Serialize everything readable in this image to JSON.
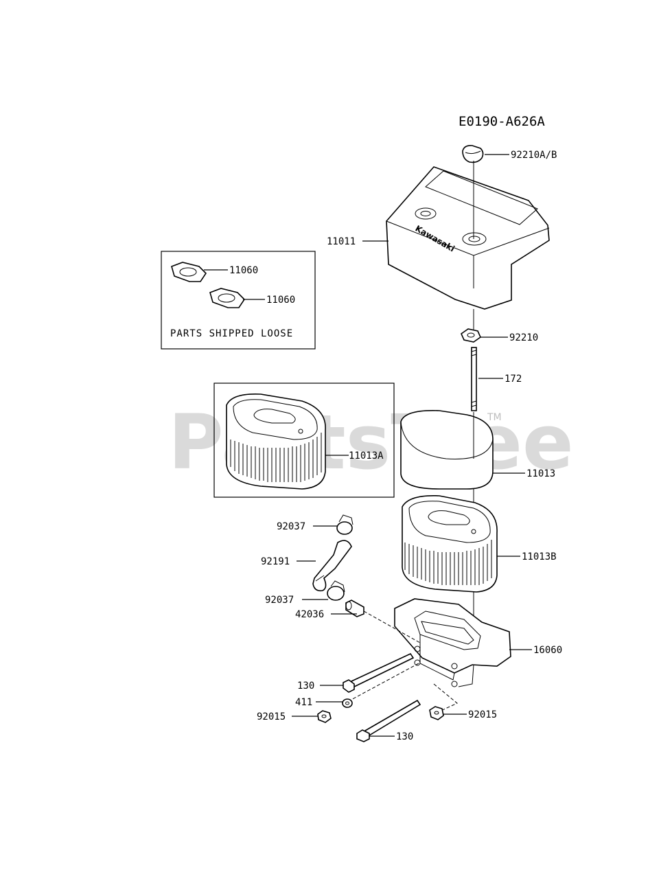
{
  "diagram_ref": "E0190-A626A",
  "watermark": "PartsTree",
  "watermark_tm": "TM",
  "loose_parts": {
    "caption": "PARTS SHIPPED LOOSE",
    "label_a": "11060",
    "label_b": "11060"
  },
  "inset_label": "11013A",
  "brand_mark": "Kawasaki",
  "callouts": {
    "p92210ab": "92210A/B",
    "p11011": "11011",
    "p92210": "92210",
    "p172": "172",
    "p11013": "11013",
    "p92037_top": "92037",
    "p92191": "92191",
    "p11013b": "11013B",
    "p92037_bottom": "92037",
    "p42036": "42036",
    "p16060": "16060",
    "p130_left": "130",
    "p411": "411",
    "p92015_left": "92015",
    "p92015_right": "92015",
    "p130_bottom": "130"
  }
}
